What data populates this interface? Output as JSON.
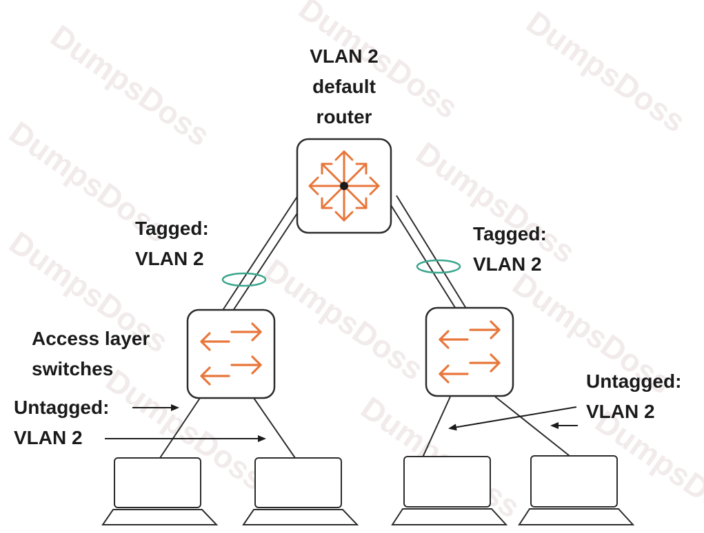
{
  "router": {
    "label_lines": [
      "VLAN 2",
      "default",
      "router"
    ],
    "icon": "router-icon"
  },
  "left": {
    "tagged_line1": "Tagged:",
    "tagged_line2": "VLAN 2",
    "switch_line1": "Access layer",
    "switch_line2": "switches",
    "untagged_line1": "Untagged:",
    "untagged_line2": "VLAN 2",
    "switch_icon": "switch-icon"
  },
  "right": {
    "tagged_line1": "Tagged:",
    "tagged_line2": "VLAN 2",
    "untagged_line1": "Untagged:",
    "untagged_line2": "VLAN 2",
    "switch_icon": "switch-icon"
  },
  "colors": {
    "arrow": "#e8763a",
    "outline": "#2b2b2b",
    "lag_ring": "#3aa58c",
    "text": "#1a1a1a",
    "watermark": "#e9dcdc"
  },
  "watermark": "DumpsDoss"
}
